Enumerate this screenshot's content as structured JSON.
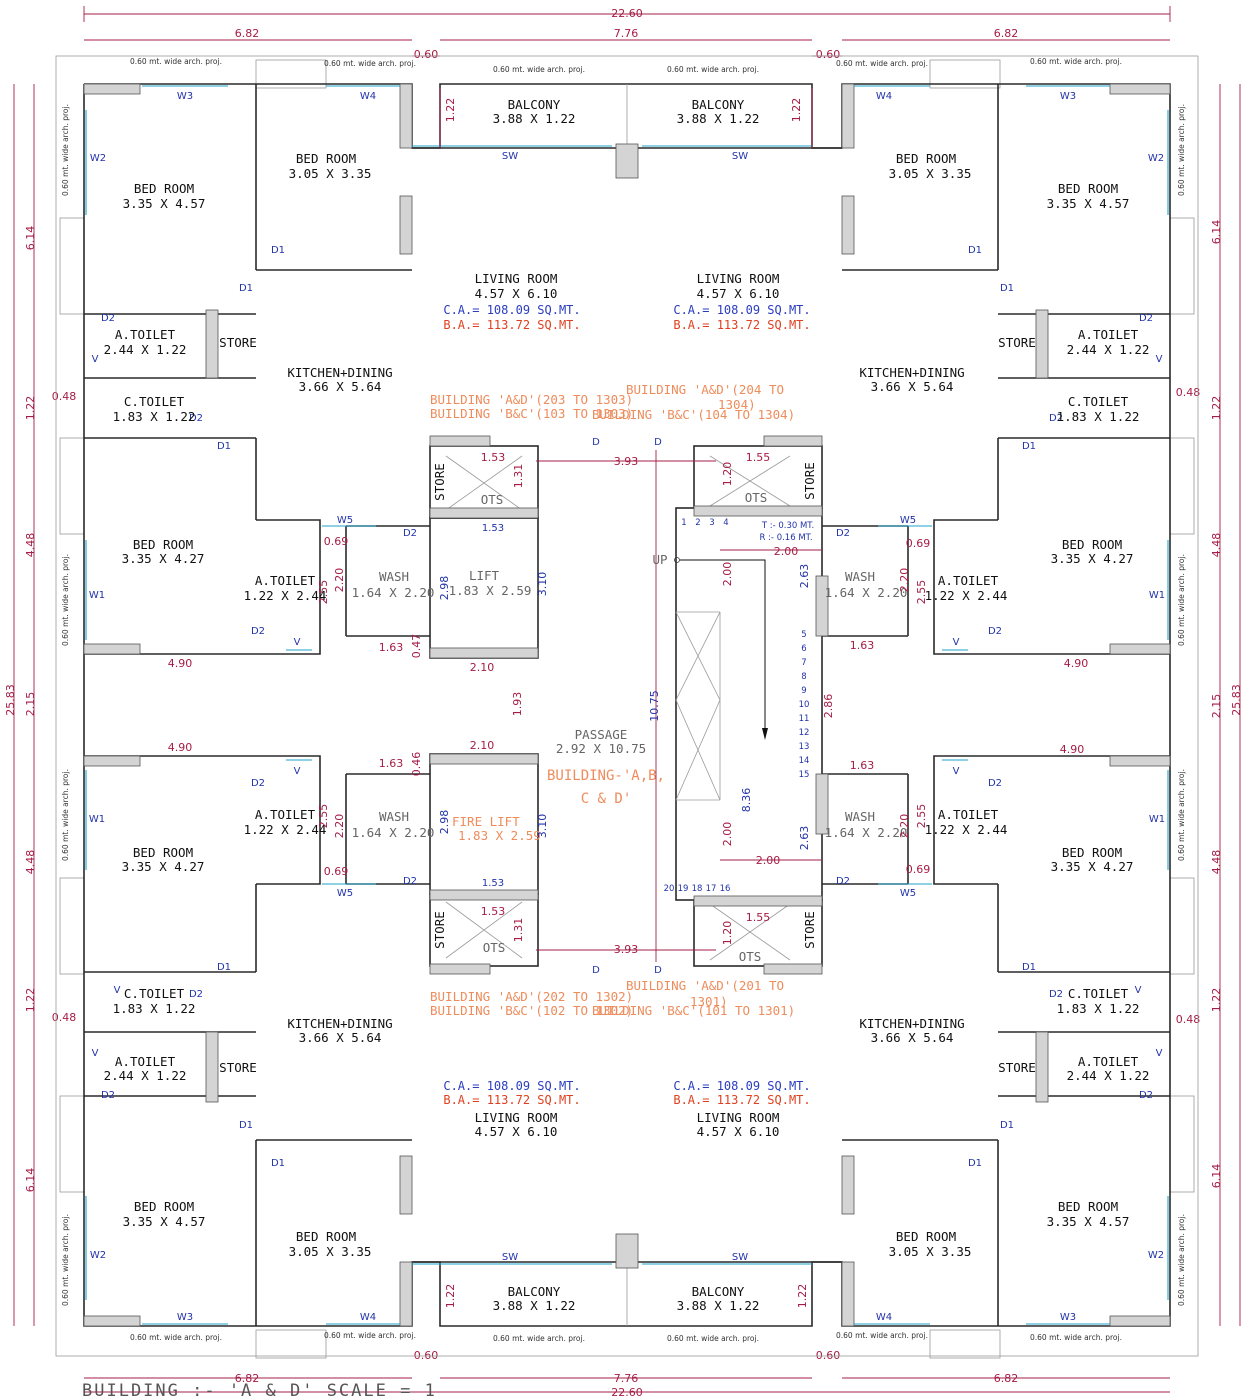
{
  "overall": {
    "width": "22.60",
    "depth": "25.83"
  },
  "top_dims": [
    "6.82",
    "0.60",
    "7.76",
    "0.60",
    "6.82"
  ],
  "side_dims": [
    "6.14",
    "1.22",
    "0.48",
    "4.48",
    "2.15",
    "4.48",
    "1.22",
    "0.48",
    "6.14"
  ],
  "proj_note": "0.60 mt. wide arch. proj.",
  "balcony": {
    "name": "BALCONY",
    "size": "3.88 X 1.22",
    "dim": "1.22",
    "window": "SW"
  },
  "bed_corner": {
    "name": "BED ROOM",
    "size": "3.35 X 4.57"
  },
  "bed_inner": {
    "name": "BED ROOM",
    "size": "3.05 X 3.35"
  },
  "bed_mid": {
    "name": "BED ROOM",
    "size": "3.35 X 4.27"
  },
  "living": {
    "name": "LIVING ROOM",
    "size": "4.57 X 6.10",
    "ca": "C.A.= 108.09 SQ.MT.",
    "ba": "B.A.= 113.72 SQ.MT."
  },
  "kitchen": {
    "name": "KITCHEN+DINING",
    "size": "3.66 X 5.64"
  },
  "atoilet_big": {
    "name": "A.TOILET",
    "size": "2.44 X 1.22"
  },
  "ctoilet": {
    "name": "C.TOILET",
    "size": "1.83 X 1.22"
  },
  "atoilet_small": {
    "name": "A.TOILET",
    "size": "1.22 X 2.44"
  },
  "wash": {
    "name": "WASH",
    "size": "1.64 X 2.20"
  },
  "store": "STORE",
  "ots": "OTS",
  "lift": {
    "name": "LIFT",
    "size": "1.83 X 2.59"
  },
  "fire_lift": {
    "name": "FIRE LIFT",
    "size": "1.83 X 2.59"
  },
  "passage": {
    "name": "PASSAGE",
    "size": "2.92 X 10.75"
  },
  "center_label": [
    "BUILDING-'A,B,",
    "C & D'"
  ],
  "flats": {
    "tl": [
      "BUILDING 'A&D'(203 TO 1303)",
      "BUILDING 'B&C'(103 TO 1303)"
    ],
    "tr": [
      "BUILDING 'A&D'(204 TO",
      "1304)",
      "BUILDING 'B&C'(104 TO 1304)"
    ],
    "bl": [
      "BUILDING 'A&D'(202 TO 1302)",
      "BUILDING 'B&C'(102 TO 1302)"
    ],
    "br": [
      "BUILDING 'A&D'(201 TO",
      "1301)",
      "BUILDING 'B&C'(101 TO 1301)"
    ]
  },
  "stair": {
    "up": "UP",
    "tread": "T :- 0.30 MT.",
    "riser": "R :- 0.16 MT.",
    "steps_top": [
      "1",
      "2",
      "3",
      "4"
    ],
    "steps_right": [
      "5",
      "6",
      "7",
      "8",
      "9",
      "10",
      "11",
      "12",
      "13",
      "14",
      "15"
    ],
    "steps_bottom": [
      "20",
      "19",
      "18",
      "17",
      "16"
    ]
  },
  "inner_dims": {
    "d393": "3.93",
    "d153": "1.53",
    "d131": "1.31",
    "d120": "1.20",
    "d155": "1.55",
    "d200": "2.00",
    "d263": "2.63",
    "d286": "2.86",
    "d836": "8.36",
    "d1075": "10.75",
    "d210": "2.10",
    "d193": "1.93",
    "d047": "0.47",
    "d046": "0.46",
    "d163": "1.63",
    "d069": "0.69",
    "d220": "2.20",
    "d255": "2.55",
    "d490": "4.90",
    "d310": "3.10",
    "d298": "2.98"
  },
  "tags": {
    "W1": "W1",
    "W2": "W2",
    "W3": "W3",
    "W4": "W4",
    "W5": "W5",
    "D": "D",
    "D1": "D1",
    "D2": "D2",
    "V": "V",
    "SW": "SW"
  },
  "title": "BUILDING :- 'A & D'    SCALE = 1"
}
